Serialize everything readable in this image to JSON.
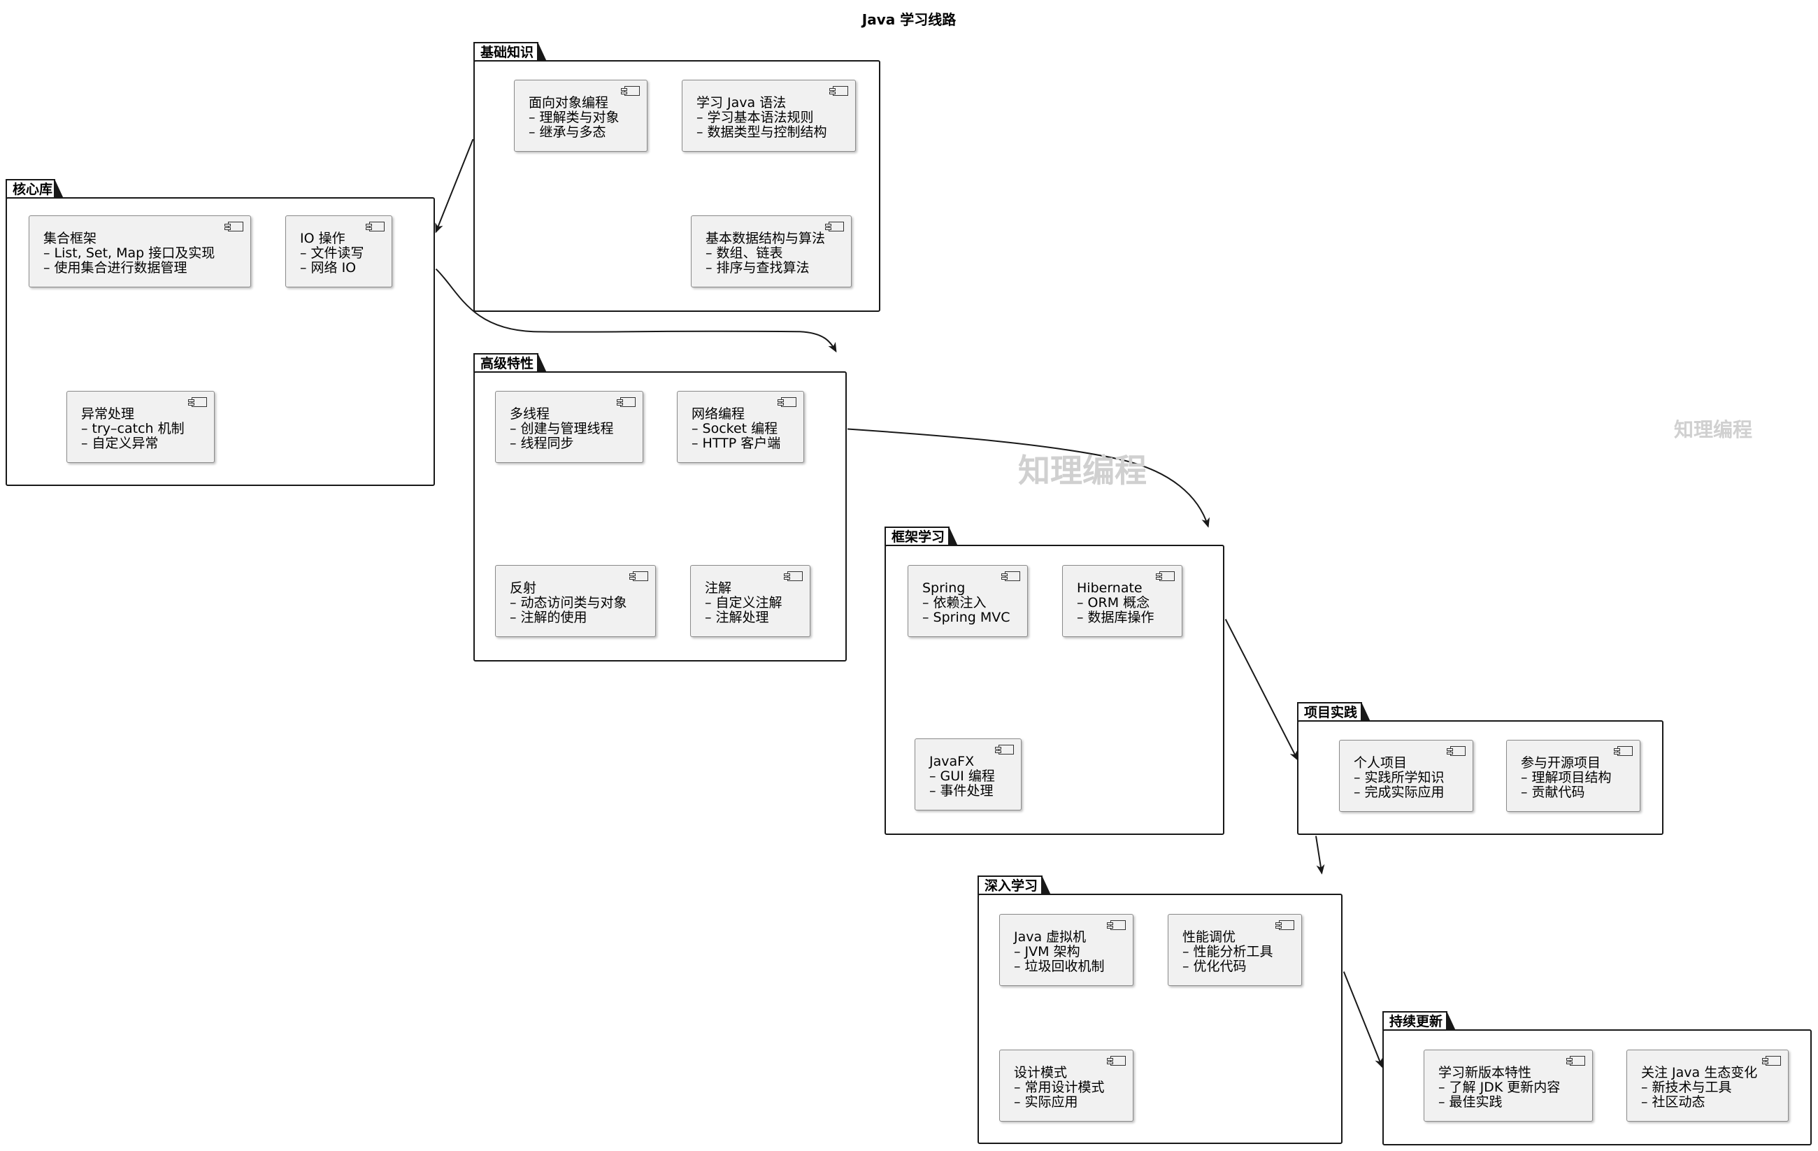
{
  "title": "Java 学习线路",
  "watermarks": [
    "知理编程",
    "知理编程"
  ],
  "packages": [
    {
      "id": "basic",
      "name": "基础知识",
      "components": [
        {
          "id": "oop",
          "lines": [
            "面向对象编程",
            "– 理解类与对象",
            "– 继承与多态"
          ]
        },
        {
          "id": "syntax",
          "lines": [
            "学习 Java 语法",
            "– 学习基本语法规则",
            "– 数据类型与控制结构"
          ]
        },
        {
          "id": "dsa",
          "lines": [
            "基本数据结构与算法",
            "– 数组、链表",
            "– 排序与查找算法"
          ]
        }
      ]
    },
    {
      "id": "core",
      "name": "核心库",
      "components": [
        {
          "id": "collections",
          "lines": [
            "集合框架",
            "– List, Set, Map 接口及实现",
            "– 使用集合进行数据管理"
          ]
        },
        {
          "id": "io",
          "lines": [
            "IO 操作",
            "– 文件读写",
            "– 网络 IO"
          ]
        },
        {
          "id": "exceptions",
          "lines": [
            "异常处理",
            "– try–catch 机制",
            "– 自定义异常"
          ]
        }
      ]
    },
    {
      "id": "advanced",
      "name": "高级特性",
      "components": [
        {
          "id": "threads",
          "lines": [
            "多线程",
            "– 创建与管理线程",
            "– 线程同步"
          ]
        },
        {
          "id": "network",
          "lines": [
            "网络编程",
            "– Socket 编程",
            "– HTTP 客户端"
          ]
        },
        {
          "id": "reflection",
          "lines": [
            "反射",
            "– 动态访问类与对象",
            "– 注解的使用"
          ]
        },
        {
          "id": "annotations",
          "lines": [
            "注解",
            "– 自定义注解",
            "– 注解处理"
          ]
        }
      ]
    },
    {
      "id": "frameworks",
      "name": "框架学习",
      "components": [
        {
          "id": "spring",
          "lines": [
            "Spring",
            "– 依赖注入",
            "– Spring MVC"
          ]
        },
        {
          "id": "hibernate",
          "lines": [
            "Hibernate",
            "– ORM 概念",
            "– 数据库操作"
          ]
        },
        {
          "id": "javafx",
          "lines": [
            "JavaFX",
            "– GUI 编程",
            "– 事件处理"
          ]
        }
      ]
    },
    {
      "id": "projects",
      "name": "项目实践",
      "components": [
        {
          "id": "personal",
          "lines": [
            "个人项目",
            "– 实践所学知识",
            "– 完成实际应用"
          ]
        },
        {
          "id": "opensource",
          "lines": [
            "参与开源项目",
            "– 理解项目结构",
            "– 贡献代码"
          ]
        }
      ]
    },
    {
      "id": "deep",
      "name": "深入学习",
      "components": [
        {
          "id": "jvm",
          "lines": [
            "Java 虚拟机",
            "– JVM 架构",
            "– 垃圾回收机制"
          ]
        },
        {
          "id": "perf",
          "lines": [
            "性能调优",
            "– 性能分析工具",
            "– 优化代码"
          ]
        },
        {
          "id": "patterns",
          "lines": [
            "设计模式",
            "– 常用设计模式",
            "– 实际应用"
          ]
        }
      ]
    },
    {
      "id": "updates",
      "name": "持续更新",
      "components": [
        {
          "id": "newfeatures",
          "lines": [
            "学习新版本特性",
            "– 了解 JDK 更新内容",
            "– 最佳实践"
          ]
        },
        {
          "id": "ecosystem",
          "lines": [
            "关注 Java 生态变化",
            "– 新技术与工具",
            "– 社区动态"
          ]
        }
      ]
    }
  ],
  "edges": [
    {
      "from": "basic",
      "to": "core"
    },
    {
      "from": "core",
      "to": "advanced"
    },
    {
      "from": "advanced",
      "to": "frameworks"
    },
    {
      "from": "frameworks",
      "to": "projects"
    },
    {
      "from": "projects",
      "to": "deep"
    },
    {
      "from": "deep",
      "to": "updates"
    }
  ]
}
